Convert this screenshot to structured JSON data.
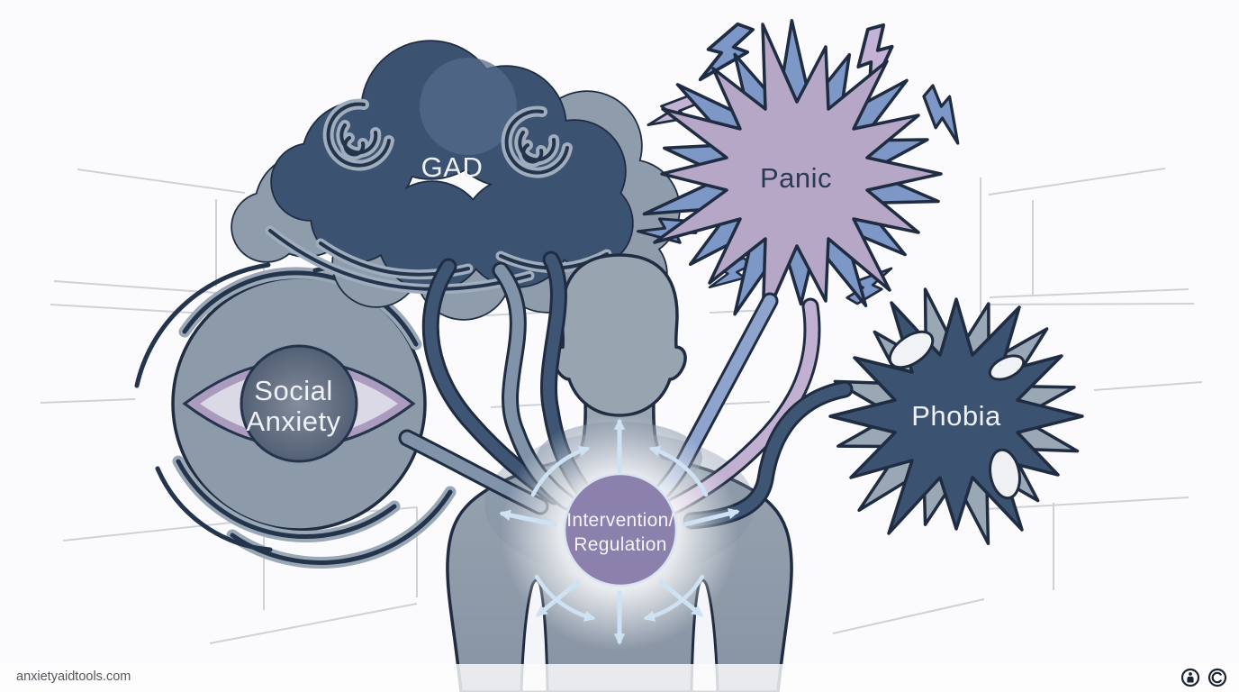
{
  "illustration": {
    "theme": "anxiety-types-connected-to-central-regulation",
    "labels": {
      "gad": "GAD",
      "panic": "Panic",
      "social_line1": "Social",
      "social_line2": "Anxiety",
      "phobia": "Phobia",
      "center_line1": "Intervention/",
      "center_line2": "Regulation"
    },
    "icons": {
      "gad": "storm-cloud-icon",
      "panic": "starburst-lightning-icon",
      "social": "eye-vortex-icon",
      "phobia": "spiky-blob-icon",
      "center": "radiating-arrows-icon"
    },
    "colors": {
      "background": "#fbfbfd",
      "maze_line": "#c9cdd4",
      "navy": "#3b5270",
      "outline": "#1f2c42",
      "steel": "#8e9cab",
      "panic_lavender": "#b6a7c7",
      "panic_blue": "#7d97c6",
      "eye_rim": "#ab9cbf",
      "eye_sclera": "#dcd9e6",
      "body_gray": "#9aa6b2",
      "center_purple": "#8c81ad",
      "arrow_blue": "#cfe2f4"
    }
  },
  "footer": {
    "watermark": "anxietyaidtools.com",
    "icons": [
      "attribution-icon",
      "copyright-icon"
    ]
  }
}
